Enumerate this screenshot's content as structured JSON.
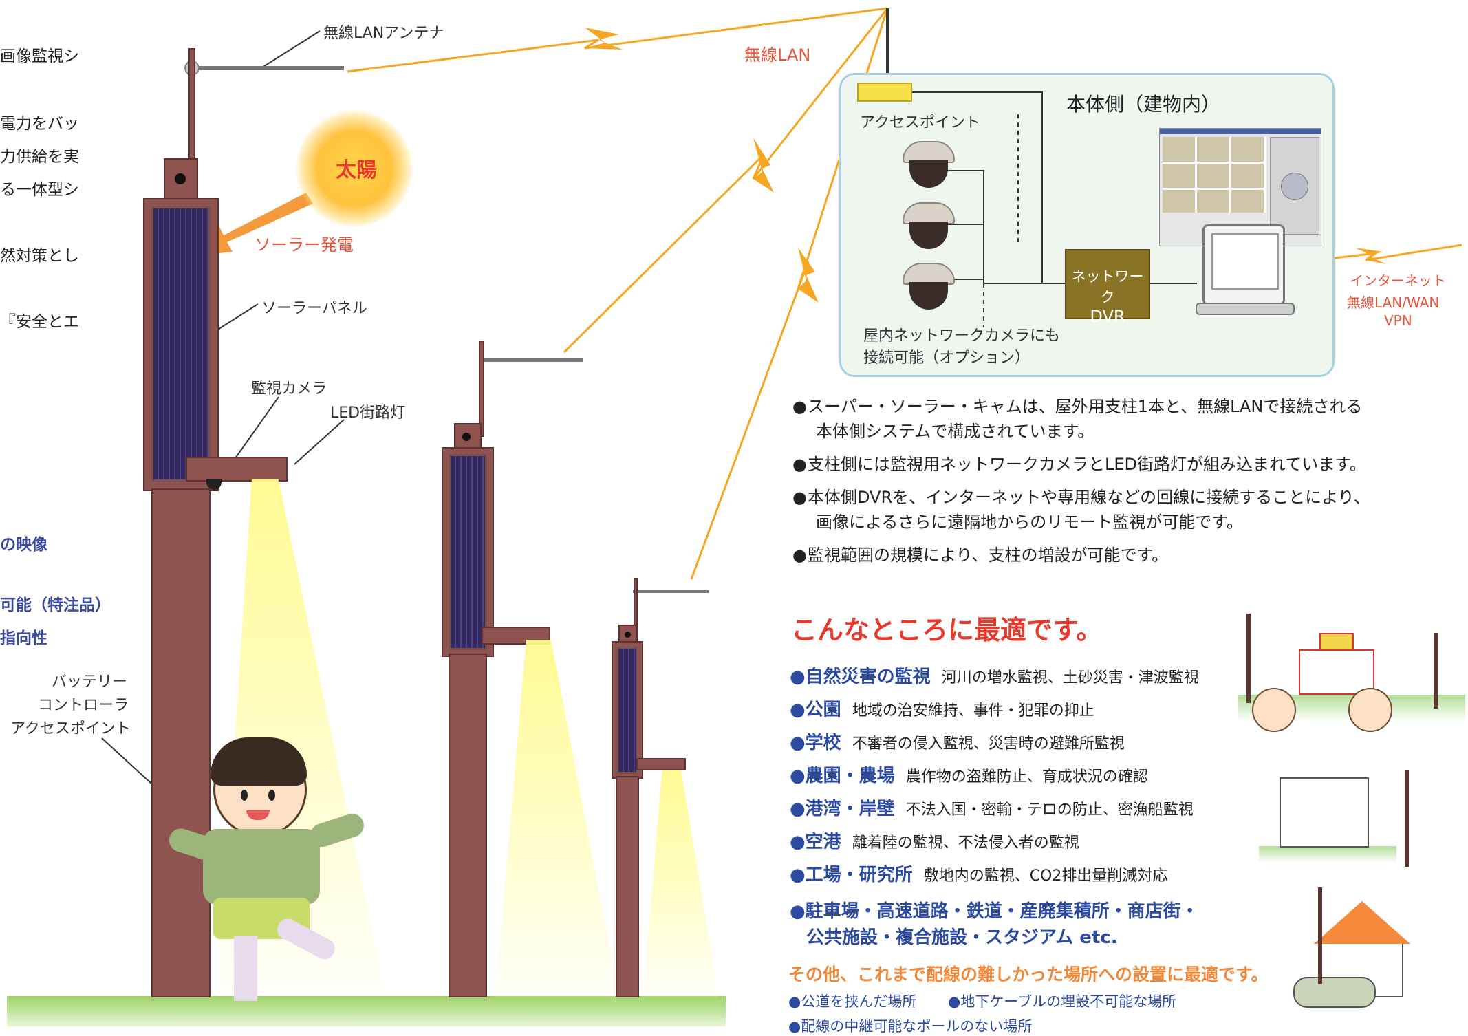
{
  "left_edge_text": [
    "画像監視シ",
    "電力をバッ",
    "力供給を実",
    "る一体型シ",
    "然対策とし",
    "『安全とエ"
  ],
  "left_edge_blue": [
    "の映像",
    "可能（特注品）",
    "指向性"
  ],
  "labels": {
    "antenna": "無線LANアンテナ",
    "wireless_lan": "無線LAN",
    "sun": "太陽",
    "solar_power": "ソーラー発電",
    "solar_panel": "ソーラーパネル",
    "camera": "監視カメラ",
    "led_light": "LED街路灯",
    "battery": "バッテリー",
    "controller": "コントローラ",
    "access_point_pole": "アクセスポイント"
  },
  "building_box": {
    "title": "本体側（建物内）",
    "access_point": "アクセスポイント",
    "dvr_line1": "ネットワーク",
    "dvr_line2": "DVR",
    "indoor_cam_line1": "屋内ネットワークカメラにも",
    "indoor_cam_line2": "接続可能（オプション）",
    "internet_line1": "インターネット",
    "internet_line2": "無線LAN/WAN",
    "internet_line3": "VPN"
  },
  "bullets": [
    {
      "line1": "スーパー・ソーラー・キャムは、屋外用支柱1本と、無線LANで接続される",
      "line2": "本体側システムで構成されています。"
    },
    {
      "line1": "支柱側には監視用ネットワークカメラとLED街路灯が組み込まれています。",
      "line2": ""
    },
    {
      "line1": "本体側DVRを、インターネットや専用線などの回線に接続することにより、",
      "line2": "画像によるさらに遠隔地からのリモート監視が可能です。"
    },
    {
      "line1": "監視範囲の規模により、支柱の増設が可能です。",
      "line2": ""
    }
  ],
  "bullet_mark": "●",
  "usecases_title": "こんなところに最適です。",
  "usecases": [
    {
      "cat": "●自然災害の監視",
      "desc": "河川の増水監視、土砂災害・津波監視"
    },
    {
      "cat": "●公園",
      "desc": "地域の治安維持、事件・犯罪の抑止"
    },
    {
      "cat": "●学校",
      "desc": "不審者の侵入監視、災害時の避難所監視"
    },
    {
      "cat": "●農園・農場",
      "desc": "農作物の盗難防止、育成状況の確認"
    },
    {
      "cat": "●港湾・岸壁",
      "desc": "不法入国・密輸・テロの防止、密漁船監視"
    },
    {
      "cat": "●空港",
      "desc": "離着陸の監視、不法侵入者の監視"
    },
    {
      "cat": "●工場・研究所",
      "desc": "敷地内の監視、CO2排出量削減対応"
    }
  ],
  "usecase_long_line1": "●駐車場・高速道路・鉄道・産廃集積所・商店街・",
  "usecase_long_line2": "公共施設・複合施設・スタジアム etc.",
  "other_title": "その他、これまで配線の難しかった場所への設置に最適です。",
  "other_items_line1a": "●公道を挟んだ場所",
  "other_items_line1b": "●地下ケーブルの埋設不可能な場所",
  "other_items_line2": "●配線の中継可能なポールのない場所",
  "colors": {
    "pole": "#8f5450",
    "lightning": "#f5a623",
    "box_bg": "#eef6ef",
    "box_border": "#a9cfe0",
    "title_red": "#e53a2c",
    "category_blue": "#2b4aa0",
    "other_orange": "#f0883a"
  }
}
